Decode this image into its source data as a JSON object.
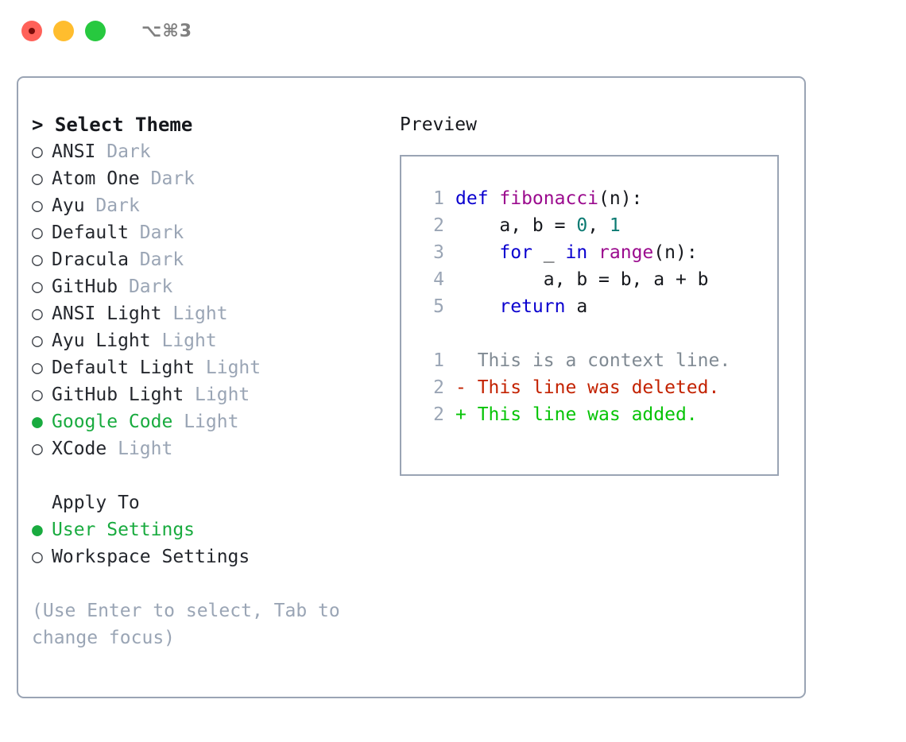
{
  "window": {
    "shortcut": "⌥⌘3",
    "controls": [
      "close-button",
      "minimize-button",
      "maximize-button"
    ],
    "colors": {
      "close": "#ff6159",
      "minimize": "#ffbd2e",
      "maximize": "#27c93f"
    }
  },
  "theme_picker": {
    "header": "> Select Theme",
    "items": [
      {
        "bullet": "○",
        "name": "ANSI",
        "variant": "Dark",
        "selected": false
      },
      {
        "bullet": "○",
        "name": "Atom One",
        "variant": "Dark",
        "selected": false
      },
      {
        "bullet": "○",
        "name": "Ayu",
        "variant": "Dark",
        "selected": false
      },
      {
        "bullet": "○",
        "name": "Default",
        "variant": "Dark",
        "selected": false
      },
      {
        "bullet": "○",
        "name": "Dracula",
        "variant": "Dark",
        "selected": false
      },
      {
        "bullet": "○",
        "name": "GitHub",
        "variant": "Dark",
        "selected": false
      },
      {
        "bullet": "○",
        "name": "ANSI Light",
        "variant": "Light",
        "selected": false
      },
      {
        "bullet": "○",
        "name": "Ayu Light",
        "variant": "Light",
        "selected": false
      },
      {
        "bullet": "○",
        "name": "Default Light",
        "variant": "Light",
        "selected": false
      },
      {
        "bullet": "○",
        "name": "GitHub Light",
        "variant": "Light",
        "selected": false
      },
      {
        "bullet": "●",
        "name": "Google Code",
        "variant": "Light",
        "selected": true
      },
      {
        "bullet": "○",
        "name": "XCode",
        "variant": "Light",
        "selected": false
      }
    ]
  },
  "apply_to": {
    "title": "Apply To",
    "options": [
      {
        "bullet": "●",
        "label": "User Settings",
        "selected": true
      },
      {
        "bullet": "○",
        "label": "Workspace Settings",
        "selected": false
      }
    ]
  },
  "hint": "(Use Enter to select, Tab to change focus)",
  "preview": {
    "title": "Preview",
    "code_lines": [
      {
        "num": "1",
        "tokens": [
          {
            "t": "def ",
            "c": "kw"
          },
          {
            "t": "fibonacci",
            "c": "fn"
          },
          {
            "t": "(n):",
            "c": "pl"
          }
        ]
      },
      {
        "num": "2",
        "tokens": [
          {
            "t": "    a, b = ",
            "c": "pl"
          },
          {
            "t": "0",
            "c": "num"
          },
          {
            "t": ", ",
            "c": "pl"
          },
          {
            "t": "1",
            "c": "num"
          }
        ]
      },
      {
        "num": "3",
        "tokens": [
          {
            "t": "    ",
            "c": "pl"
          },
          {
            "t": "for",
            "c": "kw"
          },
          {
            "t": " _ ",
            "c": "pl"
          },
          {
            "t": "in",
            "c": "kw"
          },
          {
            "t": " ",
            "c": "pl"
          },
          {
            "t": "range",
            "c": "fn"
          },
          {
            "t": "(n):",
            "c": "pl"
          }
        ]
      },
      {
        "num": "4",
        "tokens": [
          {
            "t": "        a, b = b, a + b",
            "c": "pl"
          }
        ]
      },
      {
        "num": "5",
        "tokens": [
          {
            "t": "    ",
            "c": "pl"
          },
          {
            "t": "return",
            "c": "kw"
          },
          {
            "t": " a",
            "c": "pl"
          }
        ]
      }
    ],
    "diff_lines": [
      {
        "num": "1",
        "marker": "  ",
        "text": "This is a context line.",
        "kind": "ctx"
      },
      {
        "num": "2",
        "marker": "- ",
        "text": "This line was deleted.",
        "kind": "del"
      },
      {
        "num": "2",
        "marker": "+ ",
        "text": "This line was added.",
        "kind": "add"
      }
    ]
  },
  "colors": {
    "accent_green": "#19ab3f",
    "muted": "#9aa5b5",
    "keyword": "#0a00cf",
    "function": "#9b0b8e",
    "number": "#0b7a72",
    "diff_deleted": "#c32200",
    "diff_added": "#06c406",
    "border": "#9aa4b4"
  }
}
